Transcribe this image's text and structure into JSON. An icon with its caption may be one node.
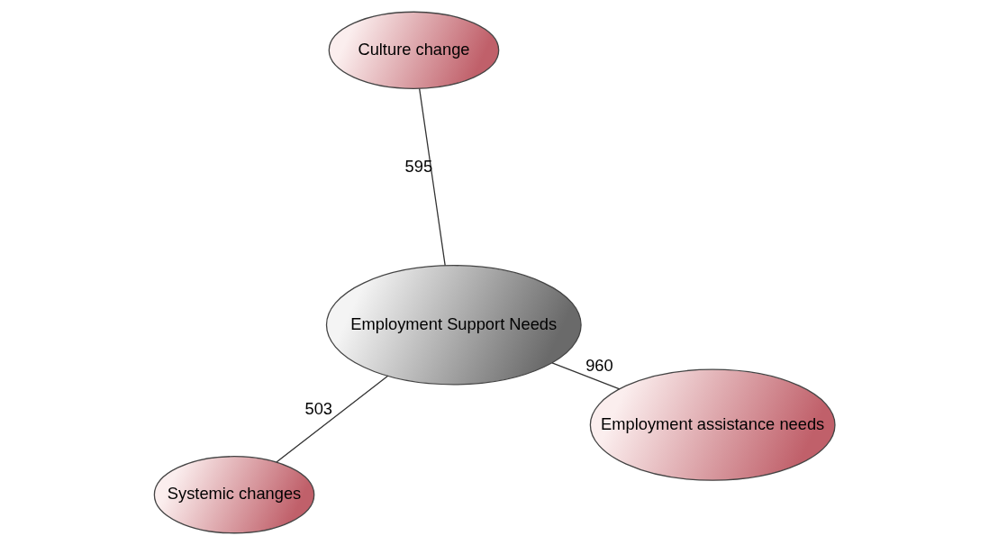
{
  "diagram": {
    "nodes": [
      {
        "text": [
          "Systemic changes"
        ]
      },
      {
        "text": [
          "Employment assistance needs"
        ]
      },
      {
        "text": [
          "Employment Support Needs"
        ]
      },
      {
        "text": [
          "Culture change"
        ]
      }
    ],
    "edges": [
      {
        "from": 1,
        "to": 2,
        "arrow": "none",
        "label": "960"
      },
      {
        "from": 2,
        "to": 0,
        "arrow": "none",
        "label": "503"
      },
      {
        "from": 2,
        "to": 3,
        "arrow": "none",
        "label": "595"
      }
    ]
  }
}
